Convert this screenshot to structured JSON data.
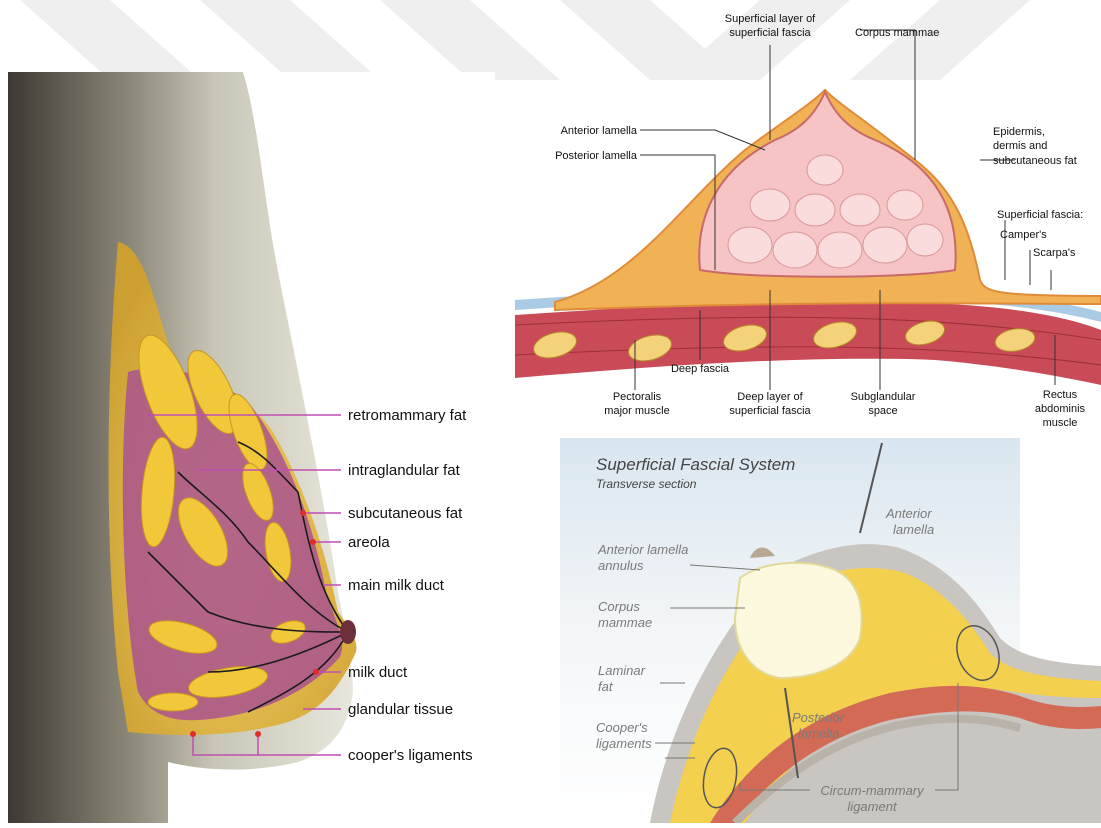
{
  "left_panel": {
    "labels": [
      "retromammary fat",
      "intraglandular fat",
      "subcutaneous fat",
      "areola",
      "main milk duct",
      "milk duct",
      "glandular tissue",
      "cooper's ligaments"
    ]
  },
  "top_right": {
    "superficial_layer": [
      "Superficial layer of",
      "superficial fascia"
    ],
    "corpus_mammae": "Corpus mammae",
    "anterior_lamella": "Anterior lamella",
    "posterior_lamella": "Posterior lamella",
    "epidermis": [
      "Epidermis,",
      "dermis and",
      "subcutaneous fat"
    ],
    "superficial_fascia": [
      "Superficial  fascia:",
      "Camper's",
      "Scarpa's"
    ],
    "deep_fascia": "Deep fascia",
    "pectoralis": [
      "Pectoralis",
      "major muscle"
    ],
    "deep_layer": [
      "Deep layer of",
      "superficial fascia"
    ],
    "subglandular": [
      "Subglandular",
      "space"
    ],
    "rectus": [
      "Rectus",
      "abdominis",
      "muscle"
    ]
  },
  "bottom_right": {
    "title": "Superficial Fascial System",
    "subtitle": "Transverse section",
    "anterior_lamella": [
      "Anterior",
      "lamella"
    ],
    "annulus": [
      "Anterior lamella",
      "annulus"
    ],
    "corpus": [
      "Corpus",
      "mammae"
    ],
    "laminar": [
      "Laminar",
      "fat"
    ],
    "coopers": [
      "Cooper's",
      "ligaments"
    ],
    "posterior": [
      "Posterior",
      "lamella"
    ],
    "circum": [
      "Circum-mammary",
      "ligament"
    ]
  }
}
